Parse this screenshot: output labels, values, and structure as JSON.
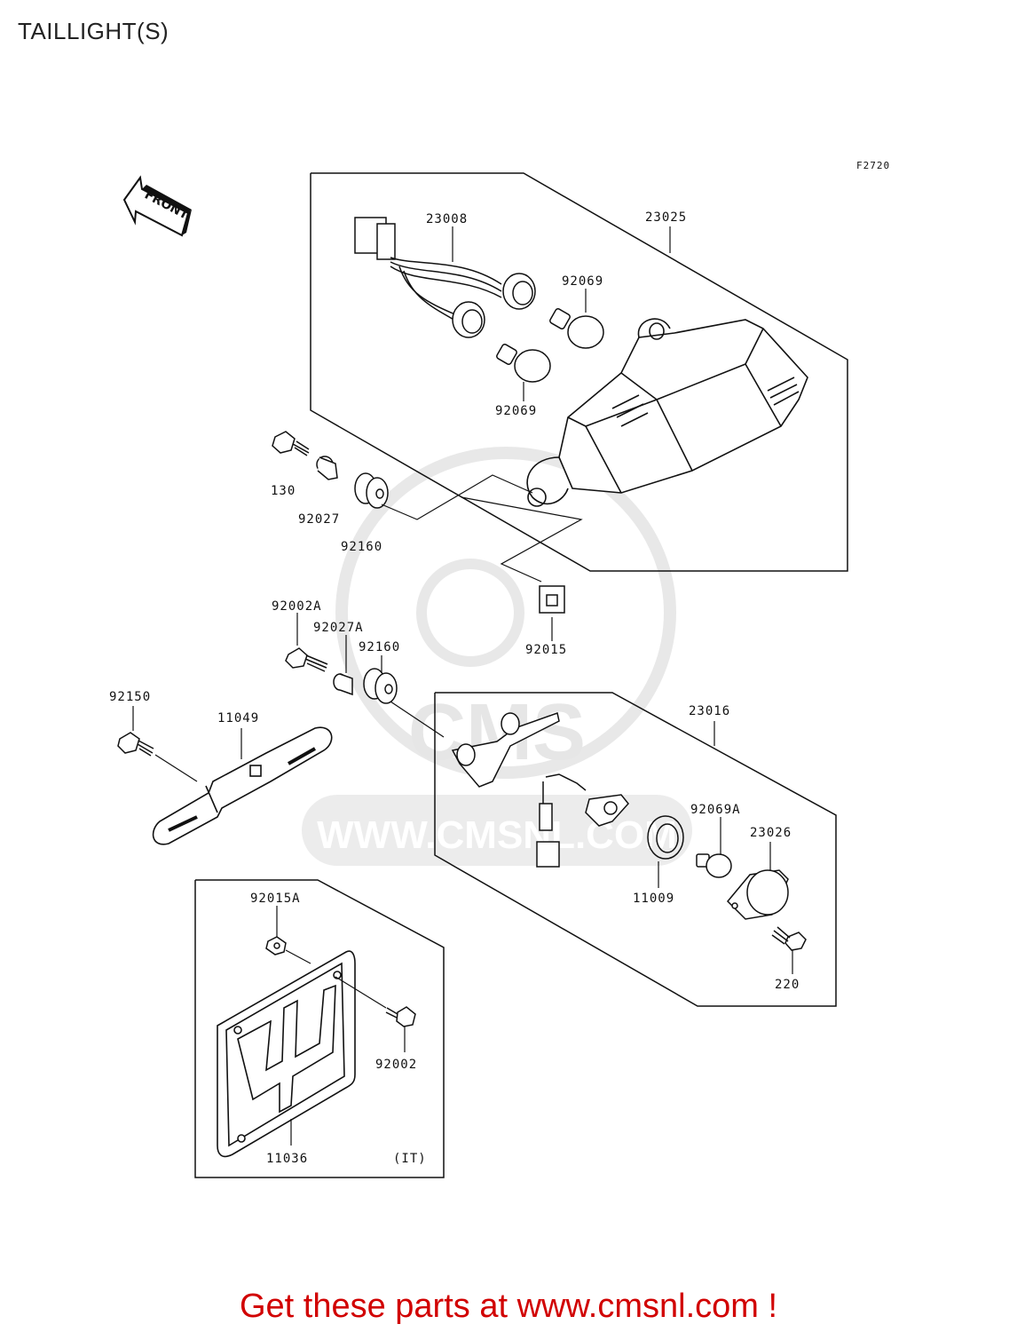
{
  "title": "TAILLIGHT(S)",
  "figure_code": "F2720",
  "front_label": "FRONT",
  "watermark": {
    "logo": "CMS",
    "url": "WWW.CMSNL.COM"
  },
  "parts": [
    {
      "id": "p23008",
      "number": "23008"
    },
    {
      "id": "p23025",
      "number": "23025"
    },
    {
      "id": "p92069a",
      "number": "92069"
    },
    {
      "id": "p92069b",
      "number": "92069"
    },
    {
      "id": "p130",
      "number": "130"
    },
    {
      "id": "p92027",
      "number": "92027"
    },
    {
      "id": "p92160a",
      "number": "92160"
    },
    {
      "id": "p92002A",
      "number": "92002A"
    },
    {
      "id": "p92027A",
      "number": "92027A"
    },
    {
      "id": "p92160b",
      "number": "92160"
    },
    {
      "id": "p92015",
      "number": "92015"
    },
    {
      "id": "p92150",
      "number": "92150"
    },
    {
      "id": "p11049",
      "number": "11049"
    },
    {
      "id": "p23016",
      "number": "23016"
    },
    {
      "id": "p92069A",
      "number": "92069A"
    },
    {
      "id": "p23026",
      "number": "23026"
    },
    {
      "id": "p11009",
      "number": "11009"
    },
    {
      "id": "p220",
      "number": "220"
    },
    {
      "id": "p92015A",
      "number": "92015A"
    },
    {
      "id": "p92002",
      "number": "92002"
    },
    {
      "id": "p11036",
      "number": "11036"
    }
  ],
  "market_note": "(IT)",
  "footer": "Get these parts at www.cmsnl.com !",
  "colors": {
    "footer": "#d10000",
    "line": "#111111",
    "watermark": "#e6e6e6"
  }
}
